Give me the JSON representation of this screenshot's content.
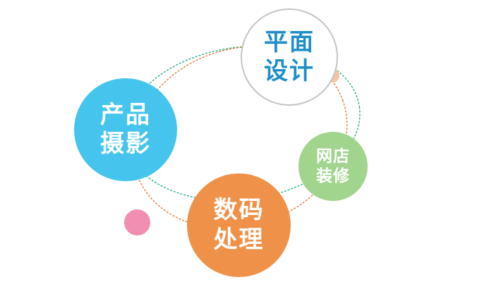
{
  "nodes": {
    "design": {
      "line1": "平面",
      "line2": "设计"
    },
    "photo": {
      "line1": "产品",
      "line2": "摄影"
    },
    "shop": {
      "line1": "网店",
      "line2": "装修"
    },
    "digital": {
      "line1": "数码",
      "line2": "处理"
    }
  },
  "colors": {
    "design_text": "#1f8fc9",
    "design_ring": "#c4c4c4",
    "photo": "#45c5ee",
    "shop": "#a1d48d",
    "digital": "#ef9148",
    "accent_dot_peach": "#f6c3a3",
    "accent_dot_pink": "#f18eb2",
    "orbit_green": "#1aaa86",
    "orbit_orange": "#e0742a"
  }
}
